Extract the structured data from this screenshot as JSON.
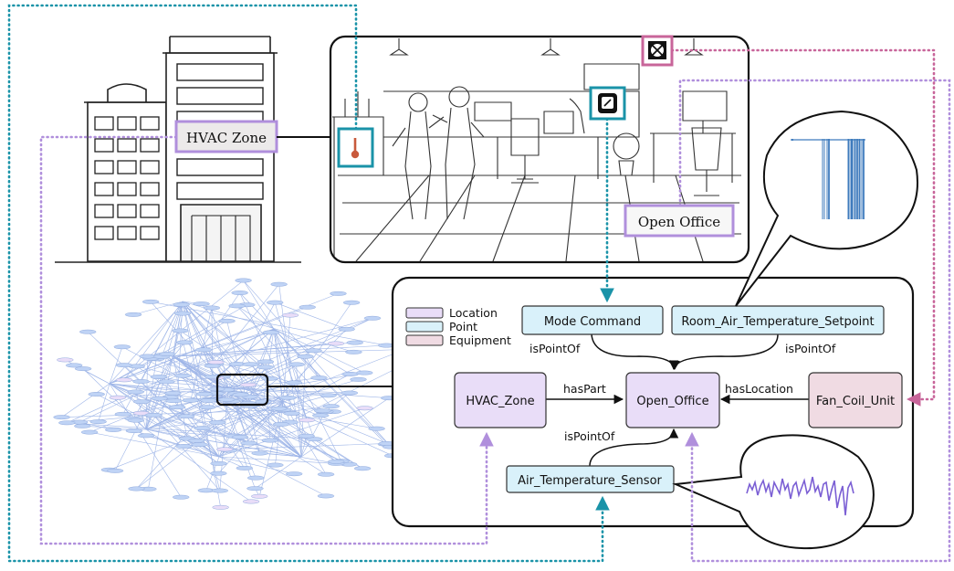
{
  "colors": {
    "location": "#e9ddf8",
    "point": "#d9f1fa",
    "equipment": "#f0dbe3",
    "teal": "#1a93a8",
    "purple": "#b08fdc",
    "pink": "#c8659a",
    "graph_edge": "#9fb6e8",
    "graph_node": "#bfd3f5",
    "timeseries": "#7b5fd4",
    "setpoint": "#3f7bbd"
  },
  "legend": [
    {
      "label": "Location",
      "category": "location"
    },
    {
      "label": "Point",
      "category": "point"
    },
    {
      "label": "Equipment",
      "category": "equipment"
    }
  ],
  "nodes": {
    "mode_command": "Mode Command",
    "setpoint": "Room_Air_Temperature_Setpoint",
    "hvac_zone": "HVAC_Zone",
    "open_office": "Open_Office",
    "fan_coil_unit": "Fan_Coil_Unit",
    "air_temp_sensor": "Air_Temperature_Sensor"
  },
  "edges": {
    "mode_ispointof": "isPointOf",
    "setpoint_ispointof": "isPointOf",
    "haspart": "hasPart",
    "haslocation": "hasLocation",
    "sensor_ispointof": "isPointOf"
  },
  "callouts": {
    "hvac_zone": "HVAC Zone",
    "open_office": "Open Office"
  },
  "icons": {
    "thermometer": "thermometer-icon",
    "thermostat": "thermostat-icon",
    "fan": "fan-icon",
    "building": "building-illustration",
    "office": "office-illustration",
    "graph": "knowledge-graph-overview",
    "sensor_timeseries": "temperature-timeseries-plot",
    "setpoint_timeseries": "setpoint-timeseries-plot"
  }
}
